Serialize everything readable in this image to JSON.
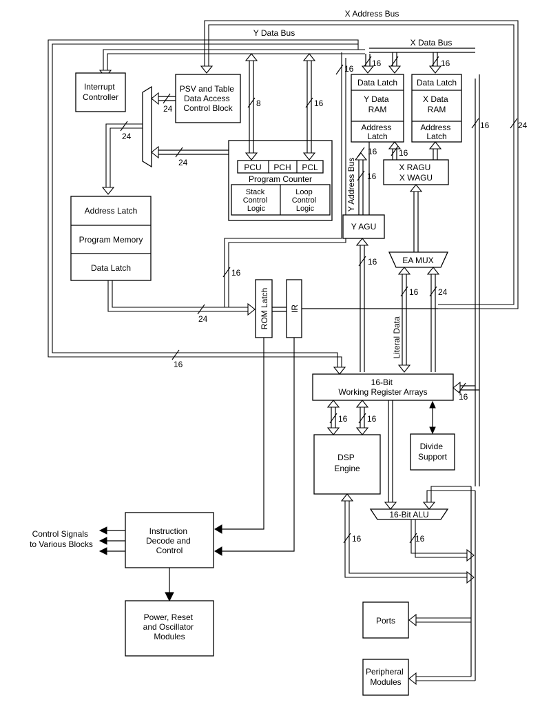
{
  "buses": {
    "x_address_bus": "X Address Bus",
    "y_data_bus": "Y Data Bus",
    "x_data_bus": "X Data Bus",
    "y_address_bus": "Y Address Bus",
    "literal_data": "Literal Data"
  },
  "blocks": {
    "interrupt_controller": [
      "Interrupt",
      "Controller"
    ],
    "psv_table": [
      "PSV and Table",
      "Data Access",
      "Control Block"
    ],
    "y_data_latch": "Data Latch",
    "y_data_ram": [
      "Y Data",
      "RAM"
    ],
    "y_address_latch": [
      "Address",
      "Latch"
    ],
    "x_data_latch": "Data Latch",
    "x_data_ram": [
      "X Data",
      "RAM"
    ],
    "x_address_latch": [
      "Address",
      "Latch"
    ],
    "pcu": "PCU",
    "pch": "PCH",
    "pcl": "PCL",
    "program_counter": "Program Counter",
    "stack_control": [
      "Stack",
      "Control",
      "Logic"
    ],
    "loop_control": [
      "Loop",
      "Control",
      "Logic"
    ],
    "x_ragu": [
      "X RAGU",
      "X WAGU"
    ],
    "y_agu": "Y AGU",
    "ea_mux": "EA MUX",
    "address_latch": "Address Latch",
    "program_memory": "Program Memory",
    "data_latch": "Data Latch",
    "rom_latch": "ROM Latch",
    "ir": "IR",
    "working_registers": [
      "16-Bit",
      "Working Register Arrays"
    ],
    "dsp_engine": [
      "DSP",
      "Engine"
    ],
    "divide_support": [
      "Divide",
      "Support"
    ],
    "alu": "16-Bit ALU",
    "instruction_decode": [
      "Instruction",
      "Decode and",
      "Control"
    ],
    "control_signals": [
      "Control Signals",
      "to Various Blocks"
    ],
    "power_reset": [
      "Power, Reset",
      "and Oscillator",
      "Modules"
    ],
    "ports": "Ports",
    "peripheral_modules": [
      "Peripheral",
      "Modules"
    ]
  },
  "widths": {
    "w16_ydata": "16",
    "w16_ydl": "16",
    "w16_xdl": "16",
    "w24_psv": "24",
    "w8_pcu": "8",
    "w16_pcl": "16",
    "w24_mux_left": "24",
    "w24_mux_pc": "24",
    "w16_yaddr_left": "16",
    "w16_yaddr": "16",
    "w16_ragu": "16",
    "w16_xbus": "16",
    "w24_xaddr": "24",
    "w16_yagu": "16",
    "w16_pmlink": "16",
    "w24_dl": "24",
    "w16_lit": "16",
    "w24_eamux": "24",
    "w16_wreg": "16",
    "w16_wreg_right": "16",
    "w16_dsp1": "16",
    "w16_dsp2": "16",
    "w16_dsp_bus": "16",
    "w16_alu": "16"
  }
}
